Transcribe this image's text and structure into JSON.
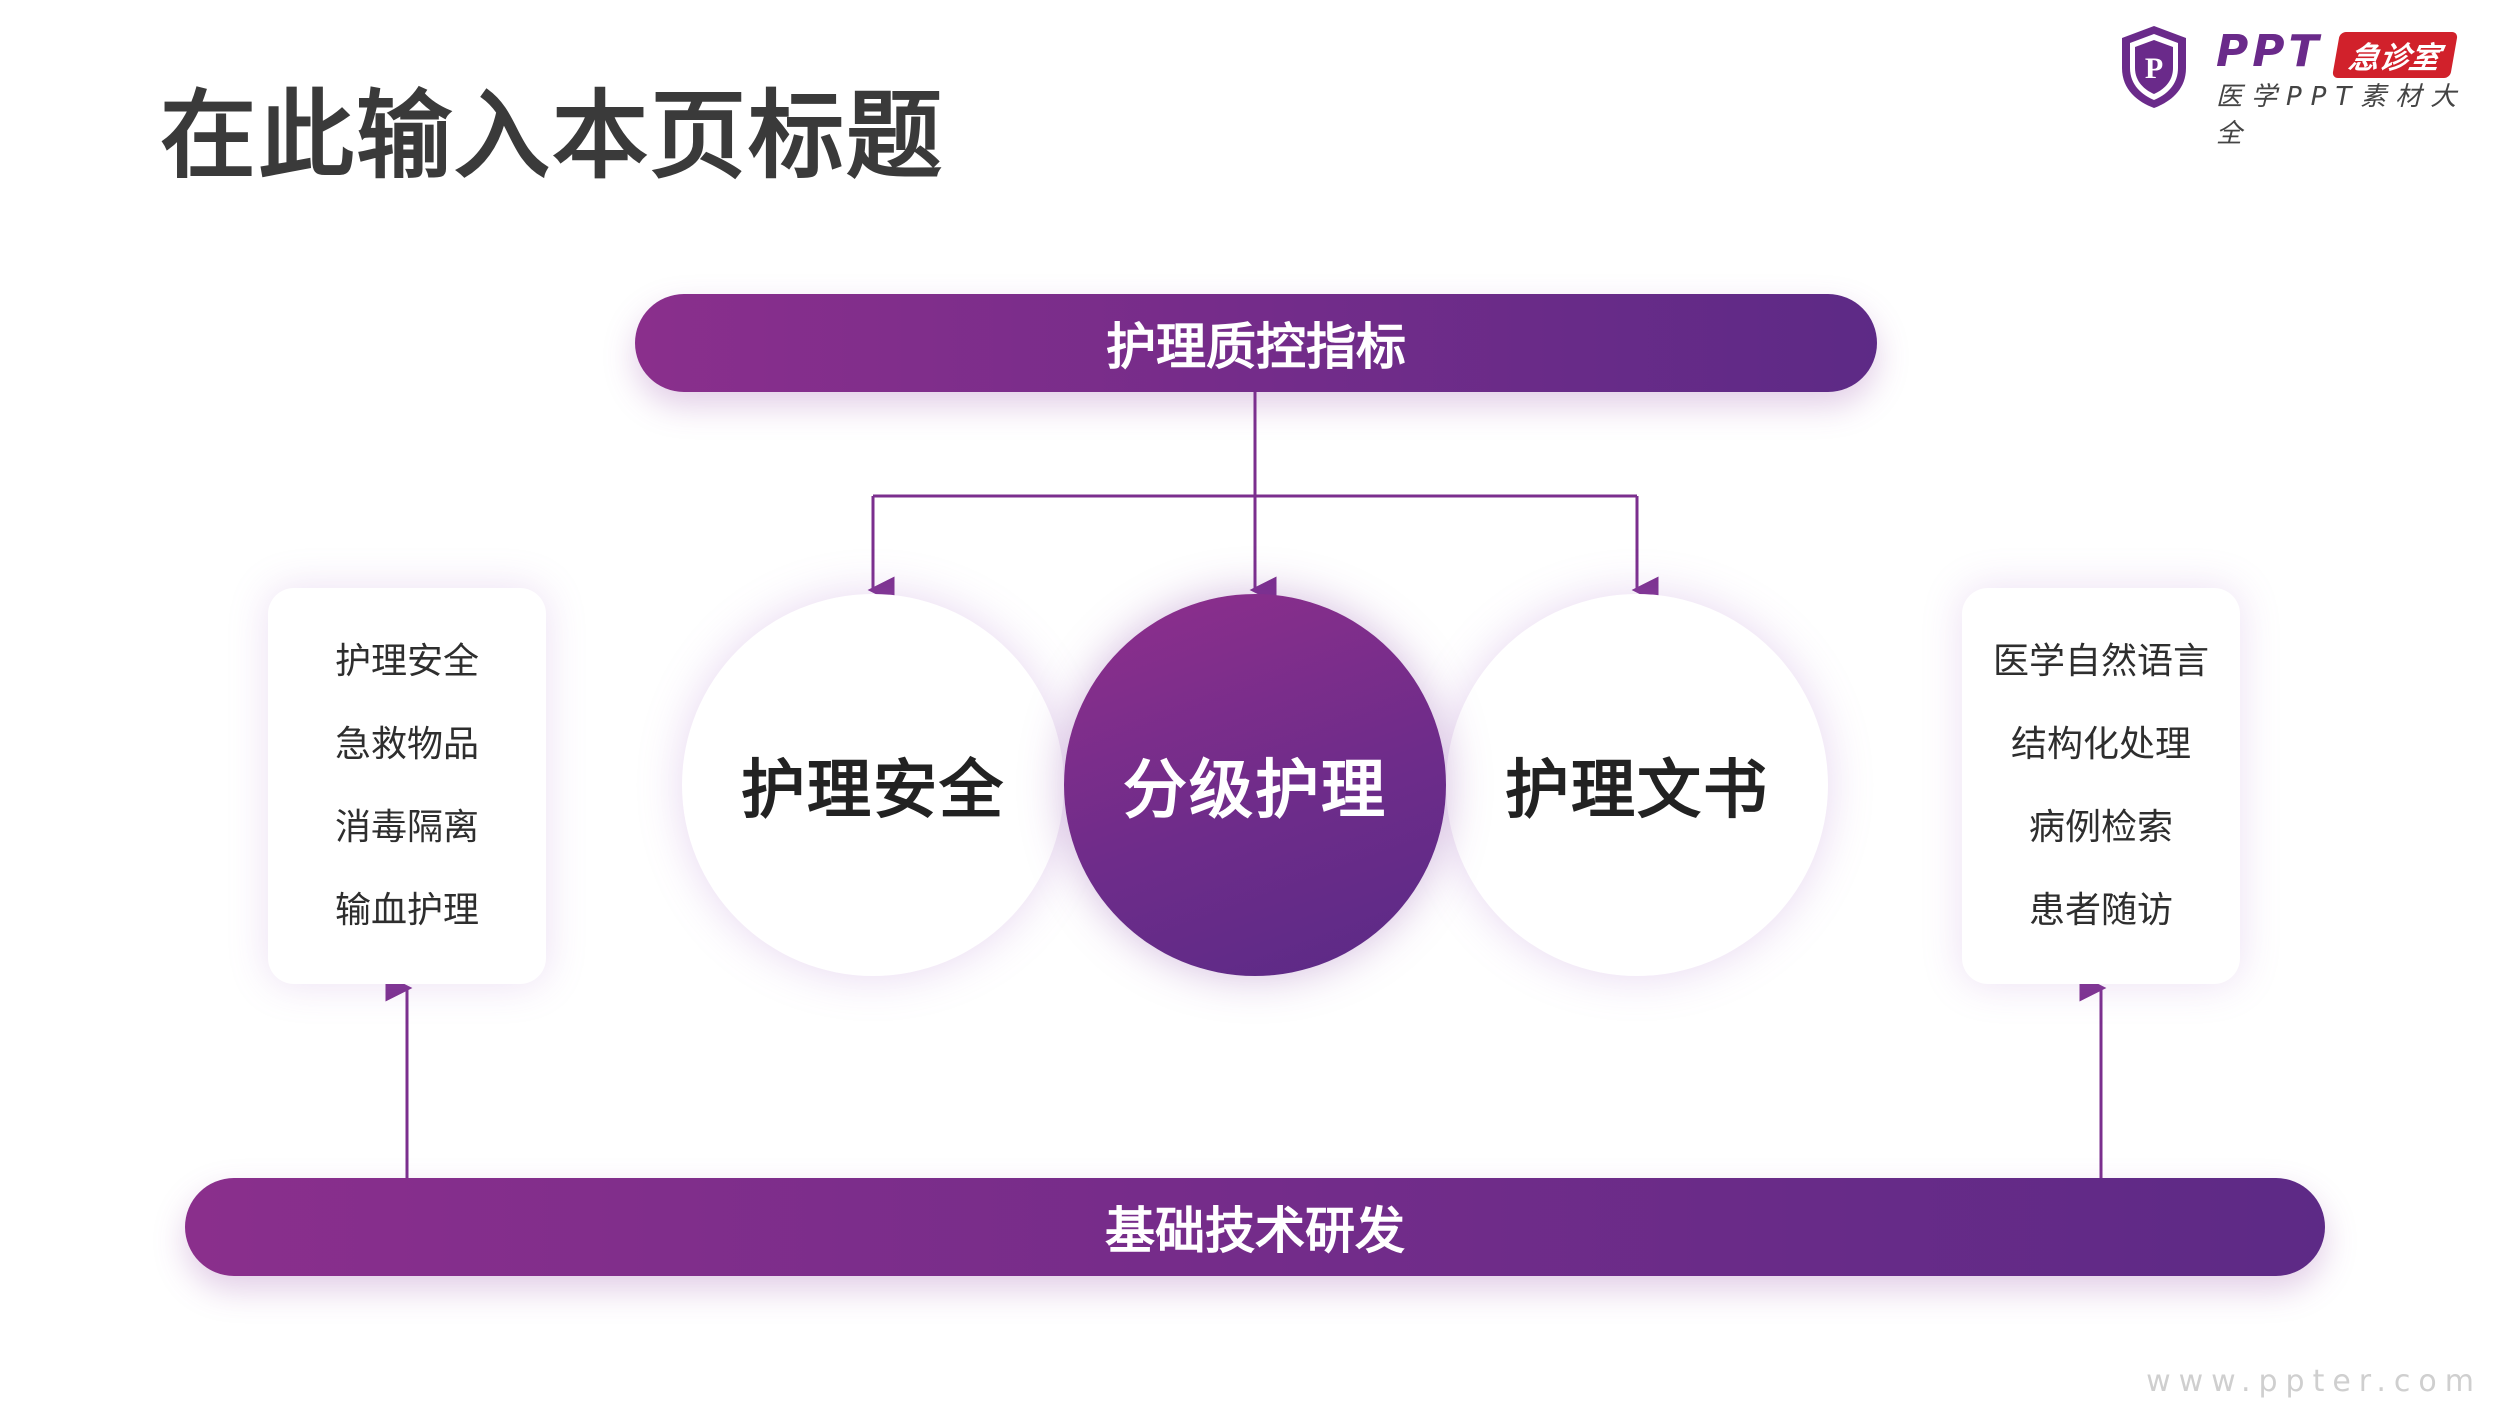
{
  "title": "在此输入本页标题",
  "logo": {
    "mark": "P",
    "brand": "PPT",
    "badge": "急诊室",
    "subtitle": "医学PPT素材大全"
  },
  "top_bar": {
    "label": "护理质控指标"
  },
  "circles": [
    {
      "label": "护理安全"
    },
    {
      "label": "分级护理"
    },
    {
      "label": "护理文书"
    }
  ],
  "left_card": {
    "items": [
      "护理安全",
      "急救物品",
      "消毒隔离",
      "输血护理"
    ]
  },
  "right_card": {
    "items": [
      "医学自然语言",
      "结构化处理",
      "病例检索",
      "患者随访"
    ]
  },
  "bottom_bar": {
    "label": "基础技术研发"
  },
  "watermark": "www.ppter.com",
  "colors": {
    "primary_start": "#8a2f8c",
    "primary_end": "#5d2a86",
    "connector": "#7b2f8e",
    "badge": "#d1212b"
  }
}
